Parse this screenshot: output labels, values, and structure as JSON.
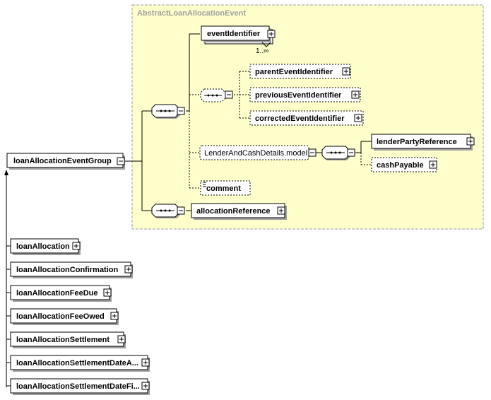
{
  "abstract_group": {
    "title": "AbstractLoanAllocationEvent"
  },
  "main_element": {
    "label": "loanAllocationEventGroup"
  },
  "elements": {
    "event_identifier": "eventIdentifier",
    "event_identifier_multiplicity": "1..∞",
    "parent_event_identifier": "parentEventIdentifier",
    "previous_event_identifier": "previousEventIdentifier",
    "corrected_event_identifier": "correctedEventIdentifier",
    "lender_and_cash_details_model": "LenderAndCashDetails.model",
    "lender_party_reference": "lenderPartyReference",
    "cash_payable": "cashPayable",
    "comment": "comment",
    "allocation_reference": "allocationReference"
  },
  "derived_types": [
    "loanAllocation",
    "loanAllocationConfirmation",
    "loanAllocationFeeDue",
    "loanAllocationFeeOwed",
    "loanAllocationSettlement",
    "loanAllocationSettlementDateA...",
    "loanAllocationSettlementDateFi..."
  ],
  "colors": {
    "group_fill": "#ffffcc",
    "group_border": "#a0a0a0",
    "node_fill": "#ffffff",
    "shadow": "#a0a0a0"
  }
}
